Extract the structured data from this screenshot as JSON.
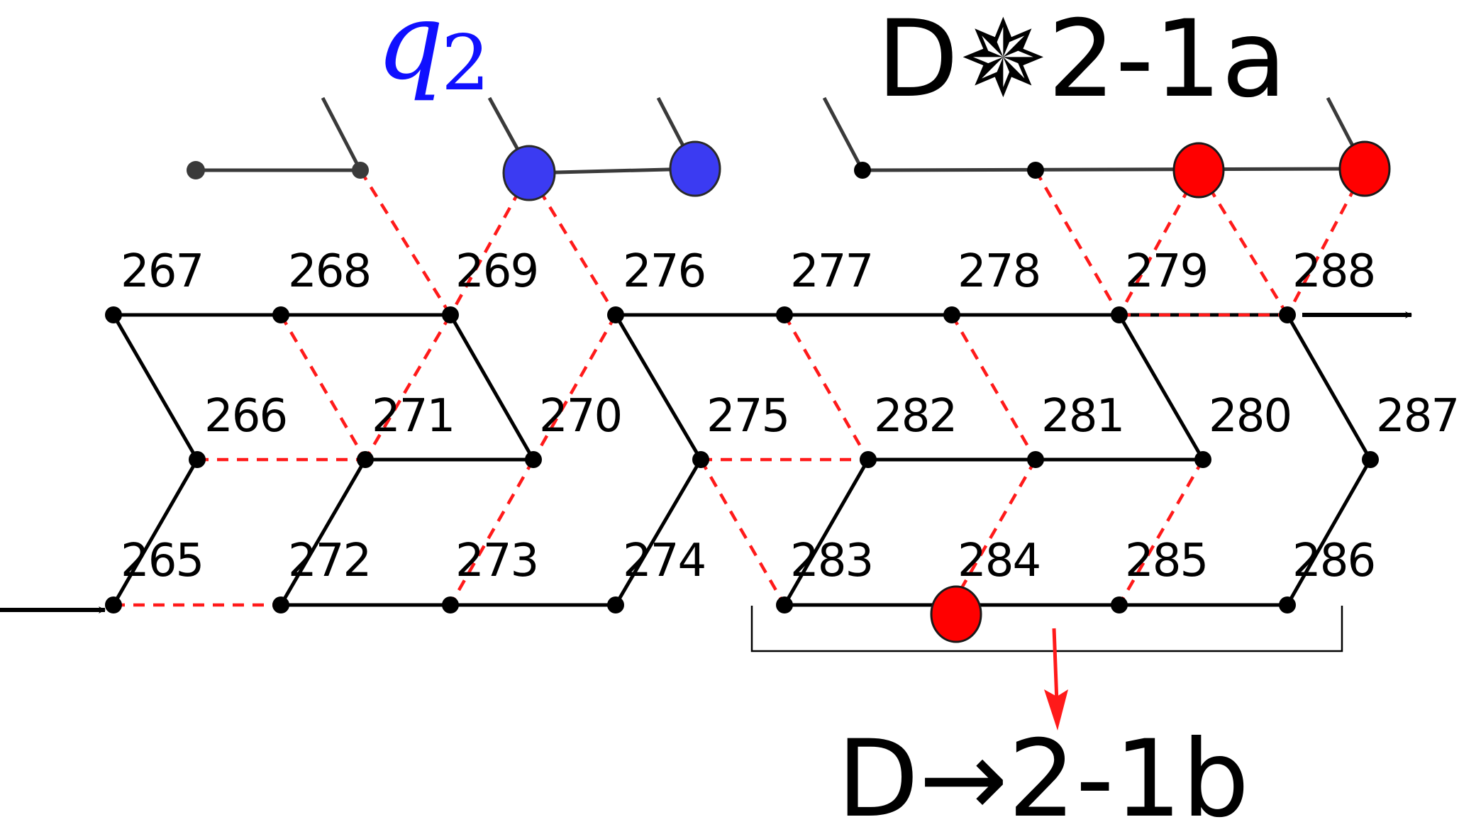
{
  "labels": {
    "n265": "265",
    "n266": "266",
    "n267": "267",
    "n268": "268",
    "n269": "269",
    "n270": "270",
    "n271": "271",
    "n272": "272",
    "n273": "273",
    "n274": "274",
    "n275": "275",
    "n276": "276",
    "n277": "277",
    "n278": "278",
    "n279": "279",
    "n280": "280",
    "n281": "281",
    "n282": "282",
    "n283": "283",
    "n284": "284",
    "n285": "285",
    "n286": "286",
    "n287": "287",
    "n288": "288"
  },
  "annotations": {
    "q_main": "q",
    "q_sub": "2",
    "top_right": "D✵2-1a",
    "bottom": "D→2-1b"
  },
  "colors": {
    "blue_site": "#3b3bf2",
    "red_site": "#ff0000",
    "dashed_bond": "#ff1a1a"
  }
}
